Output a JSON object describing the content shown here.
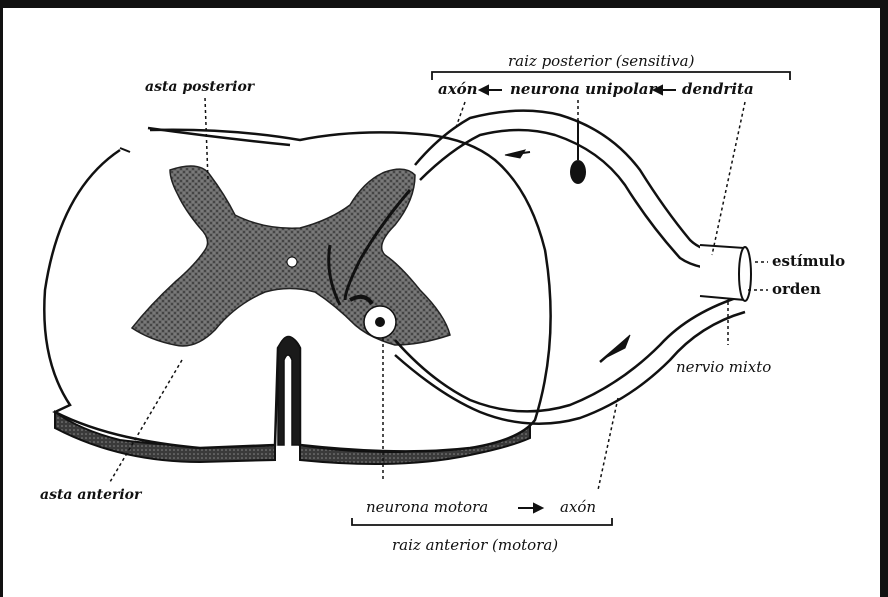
{
  "labels": {
    "raiz_posterior": "raiz posterior (sensitiva)",
    "axon_top": "axón",
    "neurona_unipolar": "neurona unipolar",
    "dendrita": "dendrita",
    "asta_posterior": "asta posterior",
    "estimulo": "estímulo",
    "orden": "orden",
    "nervio_mixto": "nervio mixto",
    "asta_anterior": "asta anterior",
    "neurona_motora": "neurona motora",
    "axon_bottom": "axón",
    "raiz_anterior": "raiz anterior (motora)"
  },
  "colors": {
    "ink": "#111111",
    "grey_matter": "#5a5a5a",
    "shading": "#3a3a3a",
    "paper": "#ffffff"
  }
}
